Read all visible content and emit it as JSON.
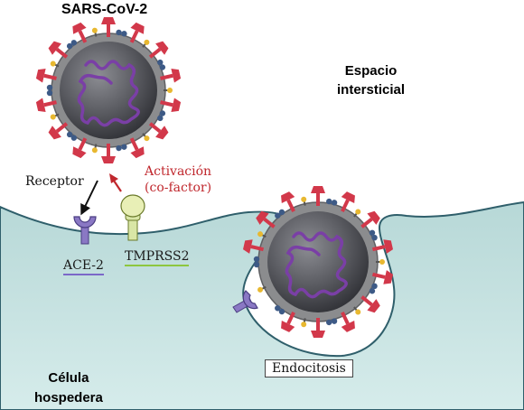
{
  "labels": {
    "virus_title": "SARS-CoV-2",
    "space_line1": "Espacio",
    "space_line2": "intersticial",
    "host_line1": "Célula",
    "host_line2": "hospedera",
    "receptor": "Receptor",
    "activation_line1": "Activación",
    "activation_line2": "(co-factor)",
    "ace2": "ACE-2",
    "tmprss2": "TMPRSS2",
    "endocytosis": "Endocitosis"
  },
  "colors": {
    "cell": "#c4e0df",
    "membrane": "#2f5f6b",
    "spike": "#d2384a",
    "envelope": "#8b8c8e",
    "core": "#4b4c52",
    "rna": "#7a3fa6",
    "protein_blue": "#3d5a86",
    "protein_yellow": "#e8b830",
    "ace2": "#8a78c4",
    "tmprss2": "#d9e6a6",
    "activation": "#c0272d"
  }
}
